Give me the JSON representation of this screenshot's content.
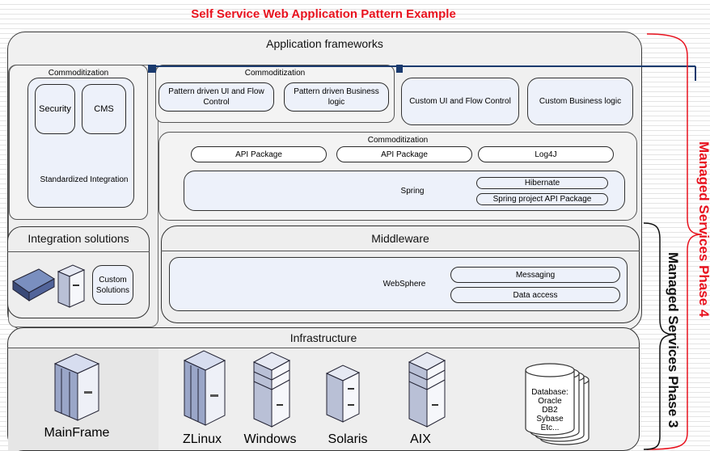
{
  "title": "Self Service Web Application Pattern Example",
  "frameworks": {
    "header": "Application frameworks",
    "left_commod": {
      "title": "Commoditization",
      "security": "Security",
      "cms": "CMS",
      "std_integration": "Standardized Integration"
    },
    "pattern_commod": {
      "title": "Commoditization",
      "ui_flow": "Pattern driven UI and Flow Control",
      "business": "Pattern driven Business logic"
    },
    "custom_ui": "Custom UI and Flow Control",
    "custom_business": "Custom Business logic",
    "lib_commod": {
      "title": "Commoditization",
      "api1": "API Package",
      "api2": "API Package",
      "log4j": "Log4J",
      "spring": "Spring",
      "hibernate": "Hibernate",
      "spring_api": "Spring project API Package"
    }
  },
  "integration": {
    "header": "Integration solutions",
    "custom": "Custom Solutions"
  },
  "middleware": {
    "header": "Middleware",
    "websphere": "WebSphere",
    "messaging": "Messaging",
    "data_access": "Data access"
  },
  "infrastructure": {
    "header": "Infrastructure",
    "mainframe": "MainFrame",
    "servers": [
      "ZLinux",
      "Windows",
      "Solaris",
      "AIX"
    ],
    "database": [
      "Database:",
      "Oracle",
      "DB2",
      "Sybase",
      "Etc..."
    ]
  },
  "phases": {
    "phase4": "Managed Services Phase 4",
    "phase3": "Managed Services Phase 3"
  }
}
